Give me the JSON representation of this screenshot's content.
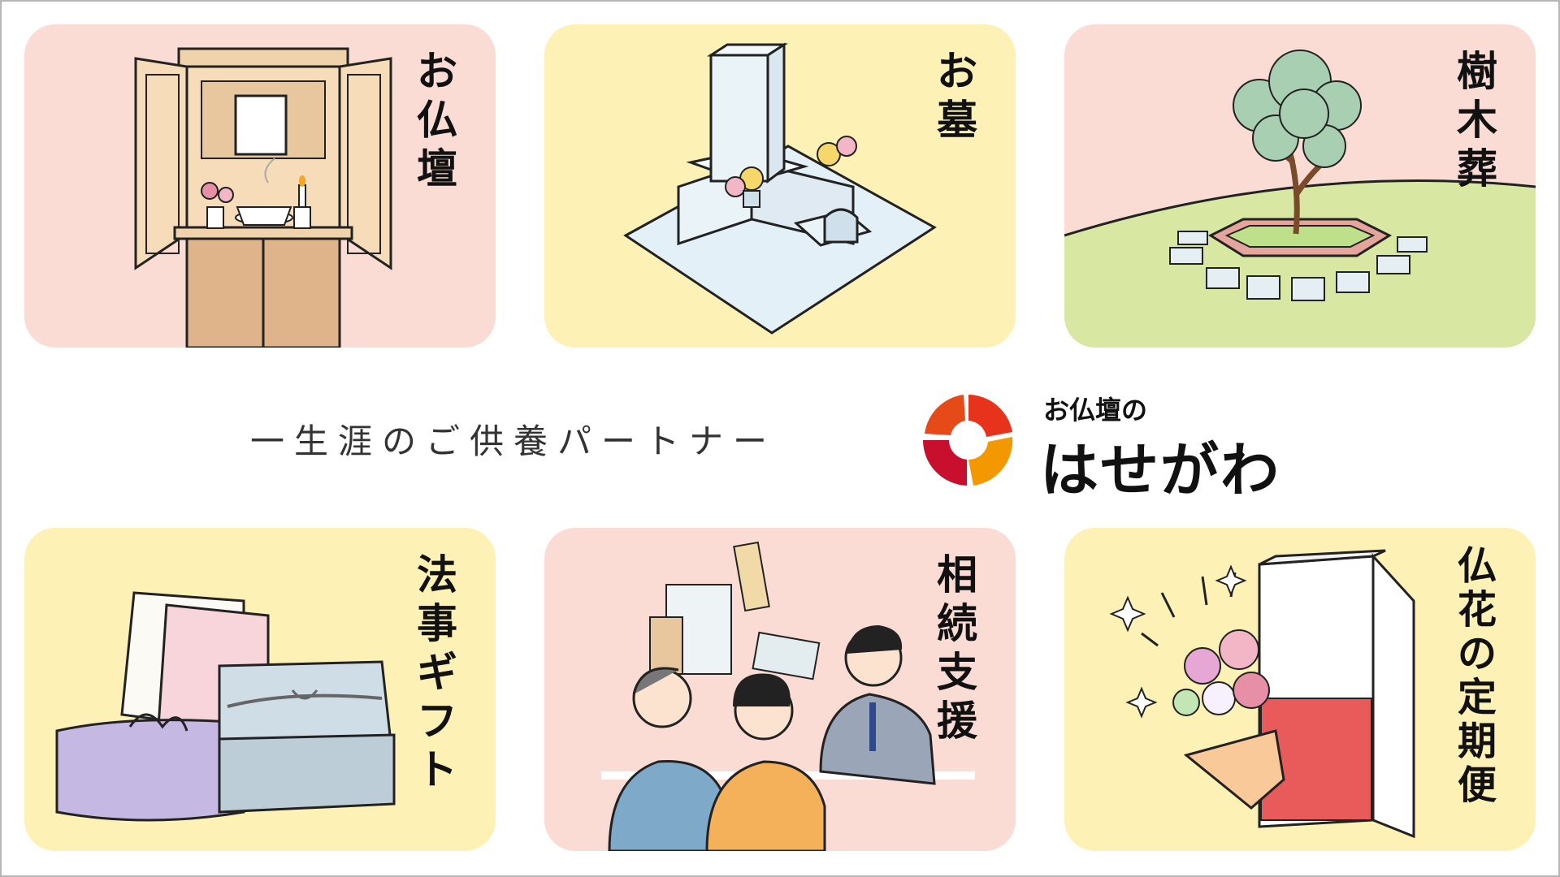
{
  "cards": [
    {
      "title": "お仏壇",
      "chars": [
        "お",
        "仏",
        "壇"
      ],
      "bg": "pink",
      "icon": "butsudan-icon"
    },
    {
      "title": "お墓",
      "chars": [
        "お",
        "墓"
      ],
      "bg": "yellow",
      "icon": "grave-icon"
    },
    {
      "title": "樹木葬",
      "chars": [
        "樹",
        "木",
        "葬"
      ],
      "bg": "pink",
      "icon": "tree-burial-icon"
    },
    {
      "title": "法事ギフト",
      "chars": [
        "法",
        "事",
        "ギ",
        "フ",
        "ト"
      ],
      "bg": "yellow",
      "icon": "gift-icon"
    },
    {
      "title": "相続支援",
      "chars": [
        "相",
        "続",
        "支",
        "援"
      ],
      "bg": "pink",
      "icon": "consultation-icon"
    },
    {
      "title": "仏花の定期便",
      "chars": [
        "仏",
        "花",
        "の",
        "定",
        "期",
        "便"
      ],
      "bg": "yellow",
      "icon": "flower-delivery-icon"
    }
  ],
  "tagline": "一生涯のご供養パートナー",
  "logo": {
    "sub": "お仏壇の",
    "main": "はせがわ",
    "icon": "hasegawa-logo-icon",
    "colors": [
      "#e8331c",
      "#f39800",
      "#c8102e"
    ]
  },
  "colors": {
    "pink": "#fbdcd4",
    "yellow": "#fdf1b5",
    "border": "#b5b5b5"
  }
}
